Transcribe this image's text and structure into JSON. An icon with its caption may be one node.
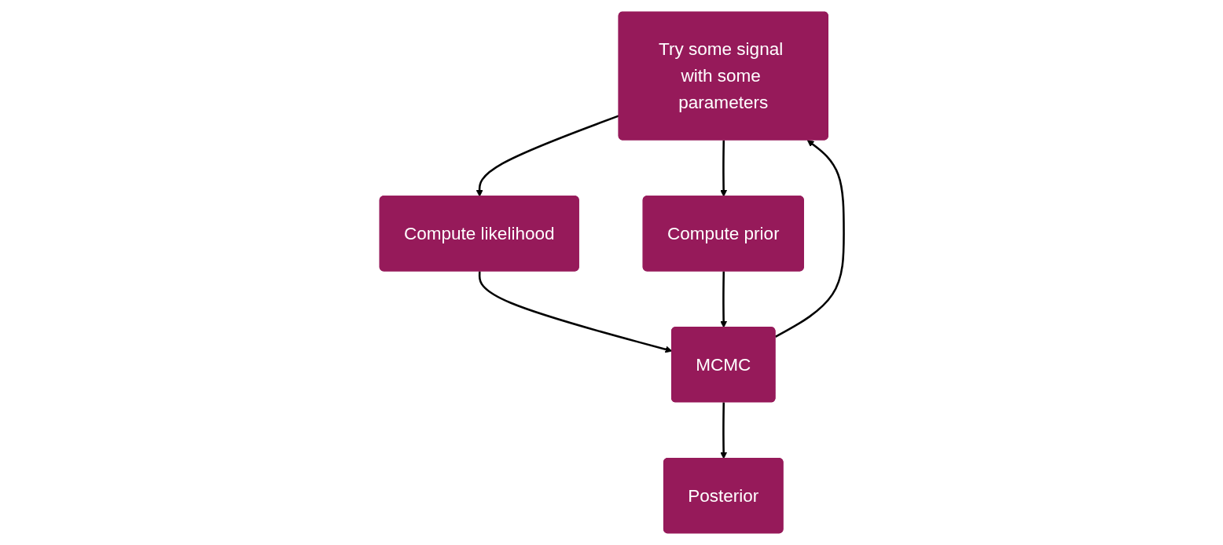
{
  "diagram": {
    "nodes": [
      {
        "text": [
          "Try some signal with some parameters"
        ]
      },
      {
        "text": [
          "Compute likelihood"
        ]
      },
      {
        "text": [
          "Compute prior"
        ]
      },
      {
        "text": [
          "MCMC"
        ]
      },
      {
        "text": [
          "Posterior"
        ]
      }
    ],
    "edges": [
      {
        "from": 0,
        "to": 1,
        "arrow": "to"
      },
      {
        "from": 0,
        "to": 2,
        "arrow": "to"
      },
      {
        "from": 1,
        "to": 3,
        "arrow": "to"
      },
      {
        "from": 2,
        "to": 3,
        "arrow": "to"
      },
      {
        "from": 3,
        "to": 0,
        "arrow": "to"
      },
      {
        "from": 3,
        "to": 4,
        "arrow": "to"
      }
    ]
  }
}
